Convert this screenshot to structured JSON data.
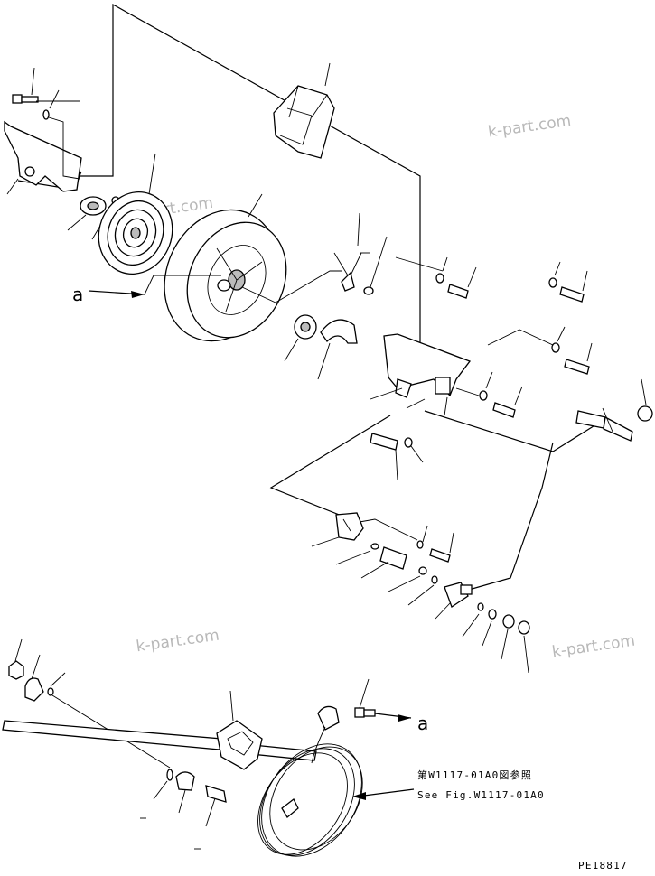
{
  "diagram": {
    "ref_label": "a",
    "note_ja": "第W1117-01A0図参照",
    "note_en": "See Fig.W1117-01A0",
    "code": "PE18817",
    "watermark": "k-part.com"
  }
}
